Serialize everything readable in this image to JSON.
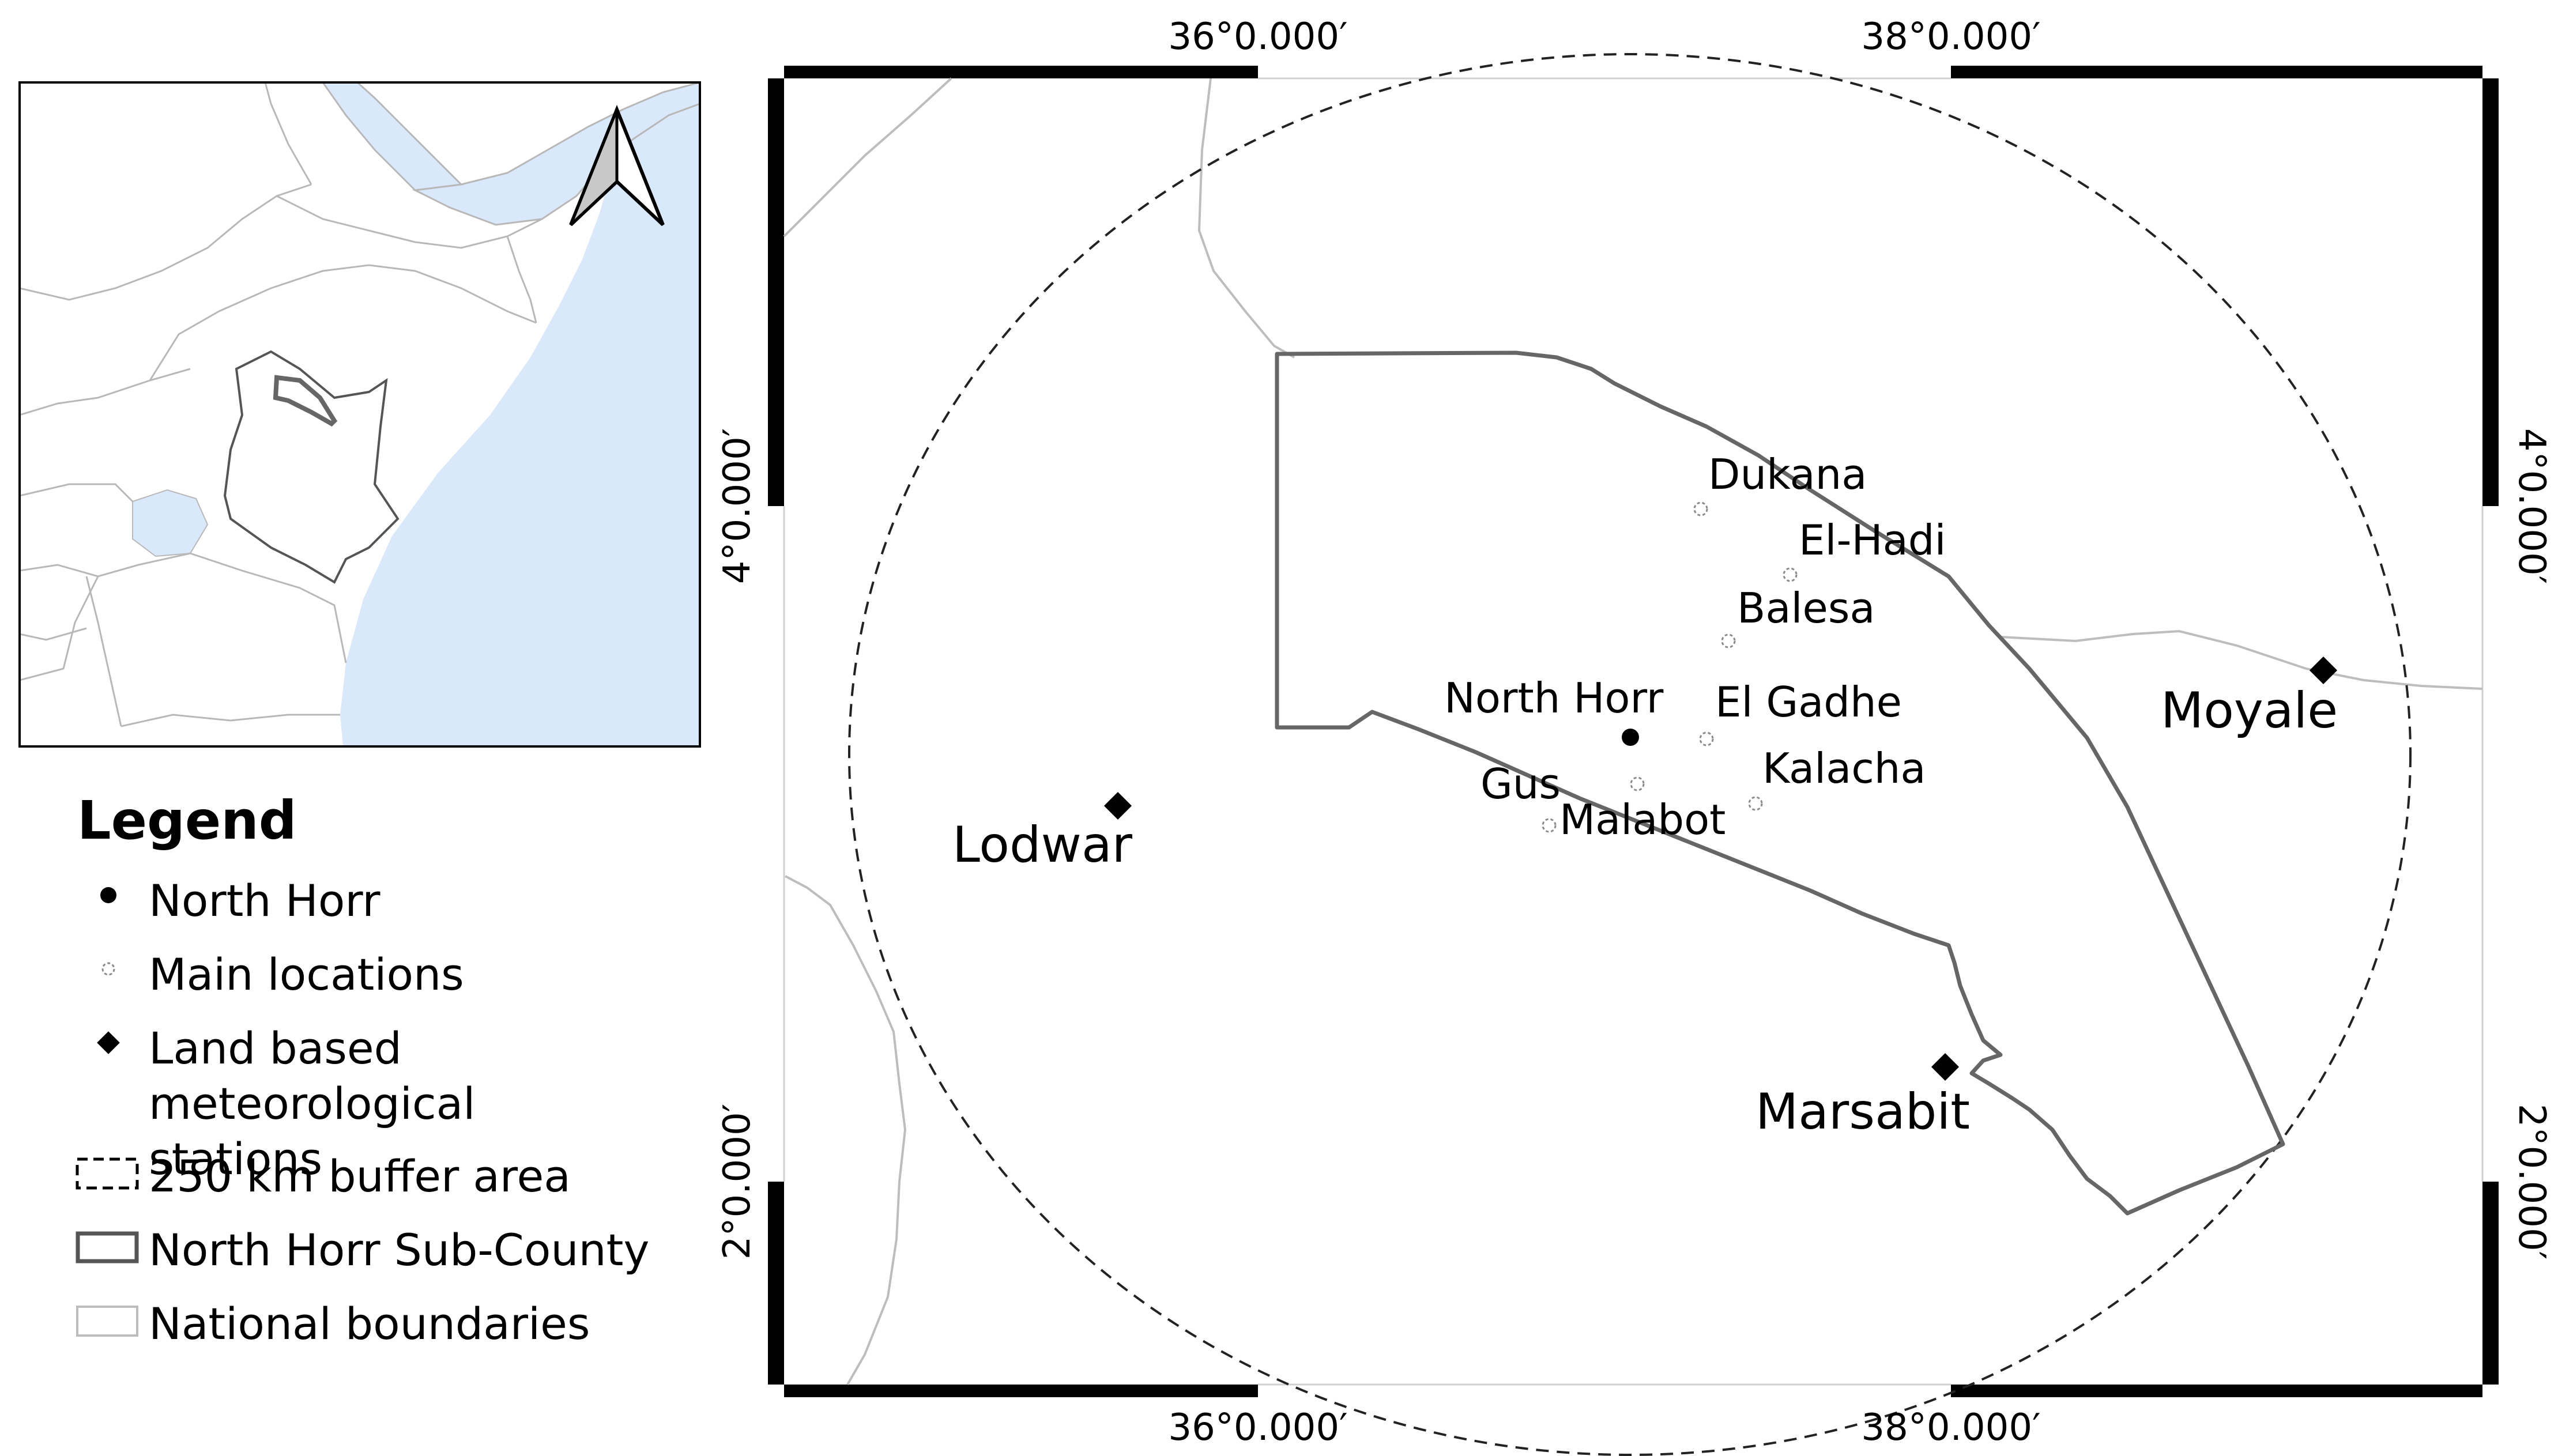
{
  "inset_map": {
    "north_arrow": "north-arrow-icon",
    "colors": {
      "sea": "#dae8fb",
      "land": "#ffffff",
      "border": "#b8b8b8",
      "kenya": "#555555",
      "subcounty": "#555555"
    }
  },
  "main_map": {
    "grid_labels": {
      "top": [
        "36°0.000′",
        "38°0.000′"
      ],
      "bottom": [
        "36°0.000′",
        "38°0.000′"
      ],
      "left": [
        "4°0.000′",
        "2°0.000′"
      ],
      "right": [
        "4°0.000′",
        "2°0.000′"
      ]
    },
    "stations": [
      "Lodwar",
      "Moyale",
      "Marsabit"
    ],
    "main_town": "North Horr",
    "locations": [
      "Dukana",
      "El-Hadi",
      "Balesa",
      "El Gadhe",
      "Kalacha",
      "Gus",
      "Malabot"
    ],
    "colors": {
      "subcounty_outline": "#666666",
      "national_boundary": "#bdbdbd",
      "buffer": "#222222",
      "frame": "#000000"
    }
  },
  "legend": {
    "title": "Legend",
    "items": [
      {
        "icon": "filled-dot-icon",
        "label": "North Horr"
      },
      {
        "icon": "hollow-dot-icon",
        "label": "Main locations"
      },
      {
        "icon": "diamond-icon",
        "label_line1": "Land based meteorological",
        "label_line2": "stations"
      },
      {
        "icon": "dashed-square-icon",
        "label": "250 km buffer area"
      },
      {
        "icon": "dark-outline-square-icon",
        "label": "North Horr Sub-County"
      },
      {
        "icon": "light-outline-square-icon",
        "label": "National boundaries"
      }
    ]
  }
}
